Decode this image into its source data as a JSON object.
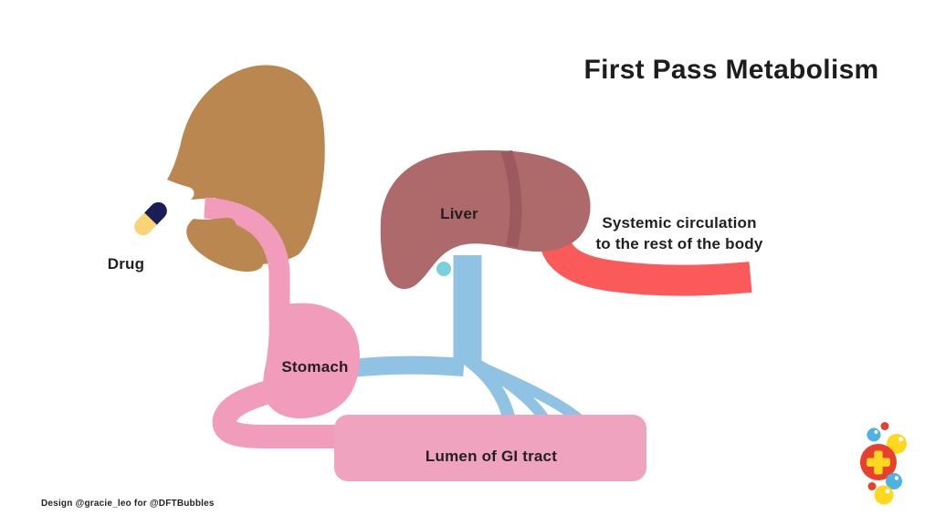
{
  "title": "First Pass Metabolism",
  "labels": {
    "drug": "Drug",
    "liver": "Liver",
    "stomach": "Stomach",
    "lumen": "Lumen of GI tract",
    "systemic_line1": "Systemic circulation",
    "systemic_line2": "to the rest of the body"
  },
  "credit": "Design @gracie_leo for @DFTBubbles",
  "colors": {
    "head": "#BA8750",
    "pink": "#F09CBA",
    "lumen_pink": "#F0A3BE",
    "liver": "#AE6A6B",
    "liver_band": "#9D5A5E",
    "vein_blue": "#90C3E3",
    "artery_red": "#FB5A5A",
    "gallbladder": "#7AD1DB",
    "pill_navy": "#191E56",
    "pill_yellow": "#FBD377",
    "logo_red": "#E8402F",
    "logo_yellow": "#FFD71E",
    "logo_blue": "#4FB2E5",
    "text": "#231F20"
  }
}
